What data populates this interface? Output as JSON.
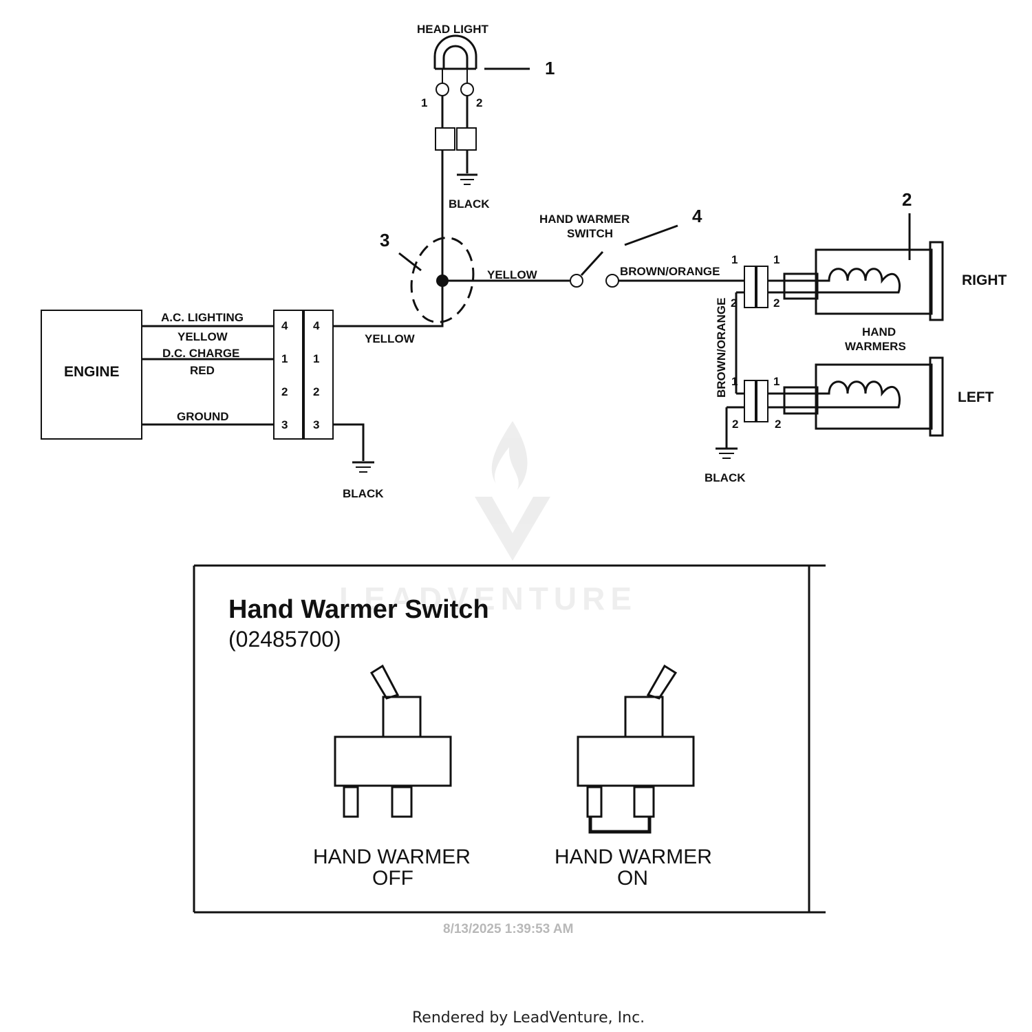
{
  "diagram": {
    "labels": {
      "head_light": "HEAD LIGHT",
      "black_top": "BLACK",
      "hand_warmer_switch_1": "HAND WARMER",
      "hand_warmer_switch_2": "SWITCH",
      "yellow_switch": "YELLOW",
      "brown_orange_h": "BROWN/ORANGE",
      "brown_orange_v": "BROWN/ORANGE",
      "right": "RIGHT",
      "left": "LEFT",
      "hand_warmers_1": "HAND",
      "hand_warmers_2": "WARMERS",
      "engine": "ENGINE",
      "ac_lighting": "A.C. LIGHTING",
      "yellow_ac": "YELLOW",
      "dc_charge": "D.C. CHARGE",
      "red": "RED",
      "ground": "GROUND",
      "yellow_main": "YELLOW",
      "black_engine": "BLACK",
      "black_warmers": "BLACK"
    },
    "callouts": {
      "c1": "1",
      "c2": "2",
      "c3": "3",
      "c4": "4"
    },
    "headlight_pins": {
      "p1": "1",
      "p2": "2"
    },
    "engine_connector_pins": {
      "left": [
        "4",
        "1",
        "2",
        "3"
      ],
      "right": [
        "4",
        "1",
        "2",
        "3"
      ]
    },
    "warmer_connector_pins": {
      "right_top": "1",
      "right_top_out": "1",
      "right_bottom": "2",
      "right_bottom_out": "2",
      "left_top": "1",
      "left_top_out": "1",
      "left_bottom": "2",
      "left_bottom_out": "2"
    }
  },
  "switch_panel": {
    "title": "Hand Warmer Switch",
    "part_number": "(02485700)",
    "off_label_1": "HAND WARMER",
    "off_label_2": "OFF",
    "on_label_1": "HAND WARMER",
    "on_label_2": "ON"
  },
  "watermark": {
    "text": "LEADVENTURE"
  },
  "timestamp": "8/13/2025 1:39:53 AM",
  "footer": "Rendered by LeadVenture, Inc."
}
